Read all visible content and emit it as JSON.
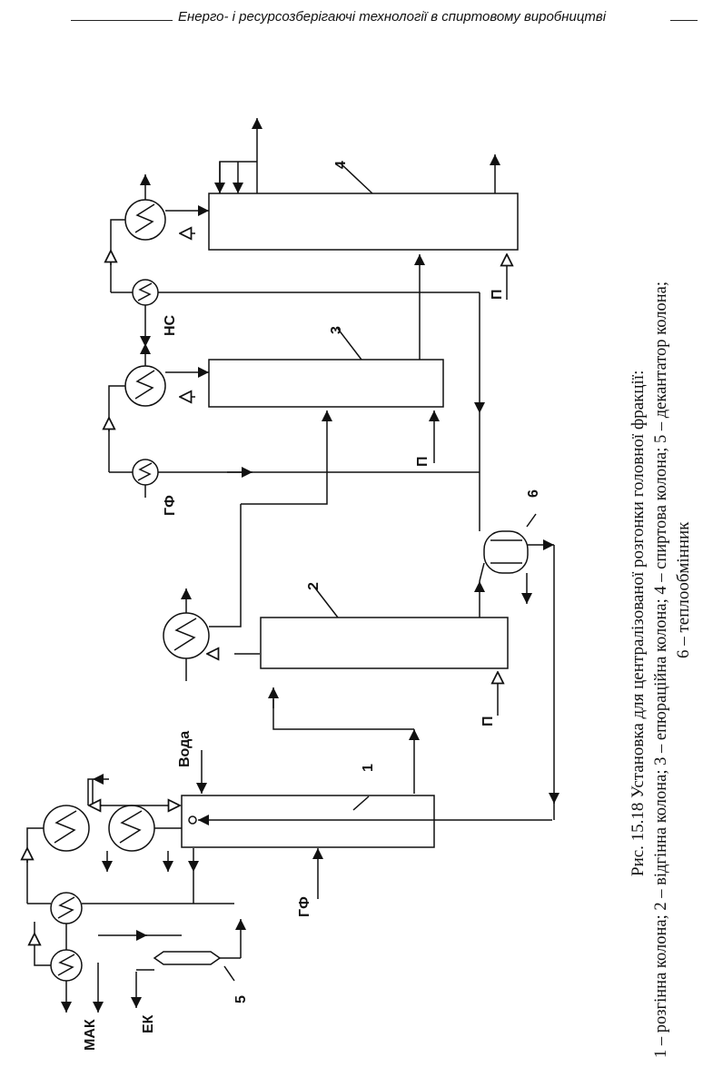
{
  "header": {
    "title": "Енерго- і ресурсозберігаючі технології в спиртовому виробництві"
  },
  "diagram": {
    "columns": [
      {
        "id": "1",
        "label": "1"
      },
      {
        "id": "2",
        "label": "2"
      },
      {
        "id": "3",
        "label": "3"
      },
      {
        "id": "4",
        "label": "4"
      }
    ],
    "decanter_label": "5",
    "heat_exchanger_label": "6",
    "streams": {
      "mak": "МАК",
      "ek": "ЕК",
      "hf_in": "ГФ",
      "water": "Вода",
      "steam_2": "П",
      "hf_out": "ГФ",
      "steam_3": "П",
      "ns": "НС",
      "steam_4": "П"
    }
  },
  "caption": {
    "line1": "Рис. 15.18 Установка для централізованої розгонки головної фракції:",
    "line2": "1 – розгінна колона; 2 – відгінна колона; 3 – епюраційна колона; 4 – спиртова колона; 5 – декантатор колона;",
    "line3": "6 – теплообмінник"
  }
}
